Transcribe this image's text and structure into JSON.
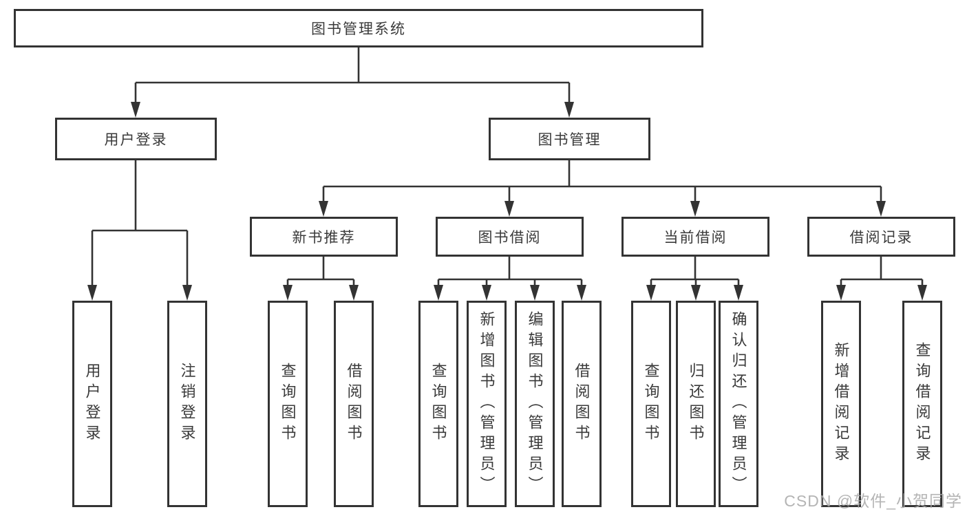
{
  "colors": {
    "line": "#333333",
    "text": "#3a3a3a",
    "box_fill": "#ffffff",
    "watermark": "#a8a8a8"
  },
  "nodes": {
    "root": {
      "label": "图书管理系统"
    },
    "level2": [
      {
        "label": "用户登录"
      },
      {
        "label": "图书管理"
      }
    ],
    "level3": [
      {
        "label": "新书推荐",
        "parent": "图书管理"
      },
      {
        "label": "图书借阅",
        "parent": "图书管理"
      },
      {
        "label": "当前借阅",
        "parent": "图书管理"
      },
      {
        "label": "借阅记录",
        "parent": "图书管理"
      }
    ],
    "leaves": [
      {
        "label": "用户登录",
        "parent": "用户登录"
      },
      {
        "label": "注销登录",
        "parent": "用户登录"
      },
      {
        "label": "查询图书",
        "parent": "新书推荐"
      },
      {
        "label": "借阅图书",
        "parent": "新书推荐"
      },
      {
        "label": "查询图书",
        "parent": "图书借阅"
      },
      {
        "label": "新增图书（管理员）",
        "parent": "图书借阅"
      },
      {
        "label": "编辑图书（管理员）",
        "parent": "图书借阅"
      },
      {
        "label": "借阅图书",
        "parent": "图书借阅"
      },
      {
        "label": "查询图书",
        "parent": "当前借阅"
      },
      {
        "label": "归还图书",
        "parent": "当前借阅"
      },
      {
        "label": "确认归还（管理员）",
        "parent": "当前借阅"
      },
      {
        "label": "新增借阅记录",
        "parent": "借阅记录"
      },
      {
        "label": "查询借阅记录",
        "parent": "借阅记录"
      }
    ]
  },
  "watermark": {
    "text": "CSDN @软件_小贺同学"
  }
}
